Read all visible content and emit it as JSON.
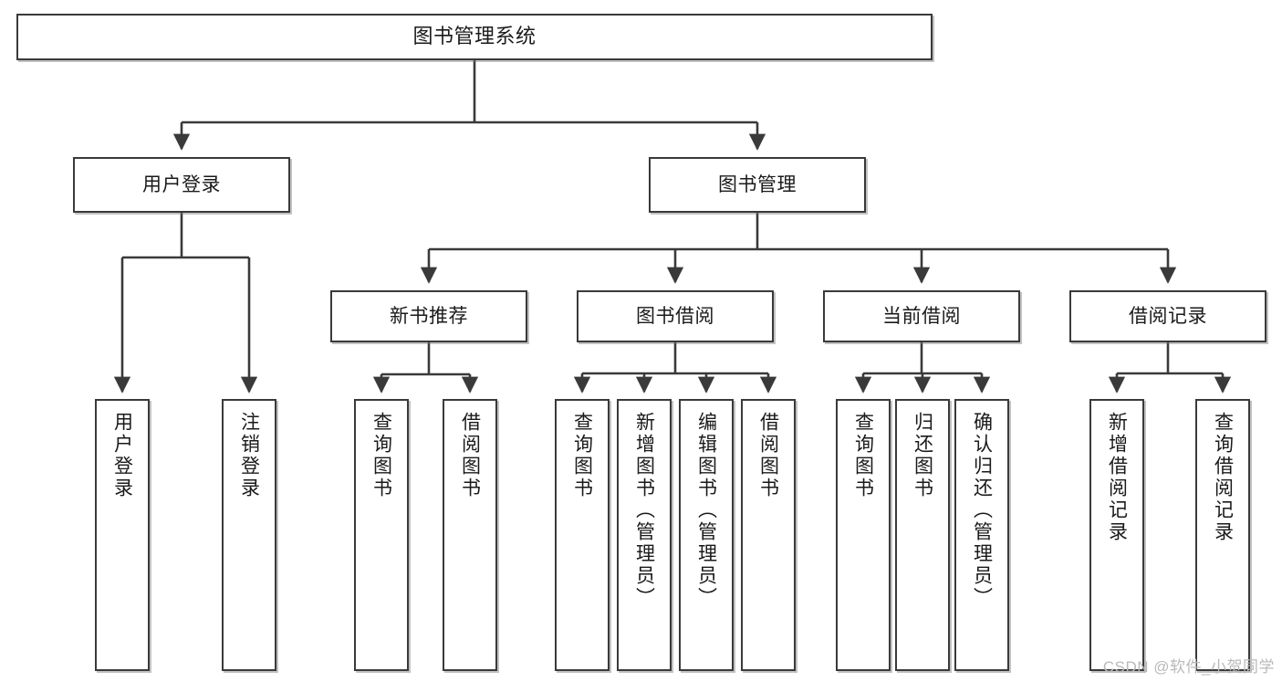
{
  "diagram": {
    "type": "tree",
    "title": "图书管理系统",
    "background_color": "#ffffff",
    "line_color": "#3a3a3a",
    "text_color": "#1a1a1a",
    "watermark": "CSDN @软件_小贺同学",
    "levels": {
      "root": {
        "label": "图书管理系统"
      },
      "level2": [
        {
          "label": "用户登录"
        },
        {
          "label": "图书管理"
        }
      ],
      "level3": [
        {
          "label": "新书推荐"
        },
        {
          "label": "图书借阅"
        },
        {
          "label": "当前借阅"
        },
        {
          "label": "借阅记录"
        }
      ],
      "leaves": [
        {
          "label": "用户登录"
        },
        {
          "label": "注销登录"
        },
        {
          "label": "查询图书"
        },
        {
          "label": "借阅图书"
        },
        {
          "label": "查询图书"
        },
        {
          "label": "新增图书（管理员）"
        },
        {
          "label": "编辑图书（管理员）"
        },
        {
          "label": "借阅图书"
        },
        {
          "label": "查询图书"
        },
        {
          "label": "归还图书"
        },
        {
          "label": "确认归还（管理员）"
        },
        {
          "label": "新增借阅记录"
        },
        {
          "label": "查询借阅记录"
        }
      ]
    }
  }
}
